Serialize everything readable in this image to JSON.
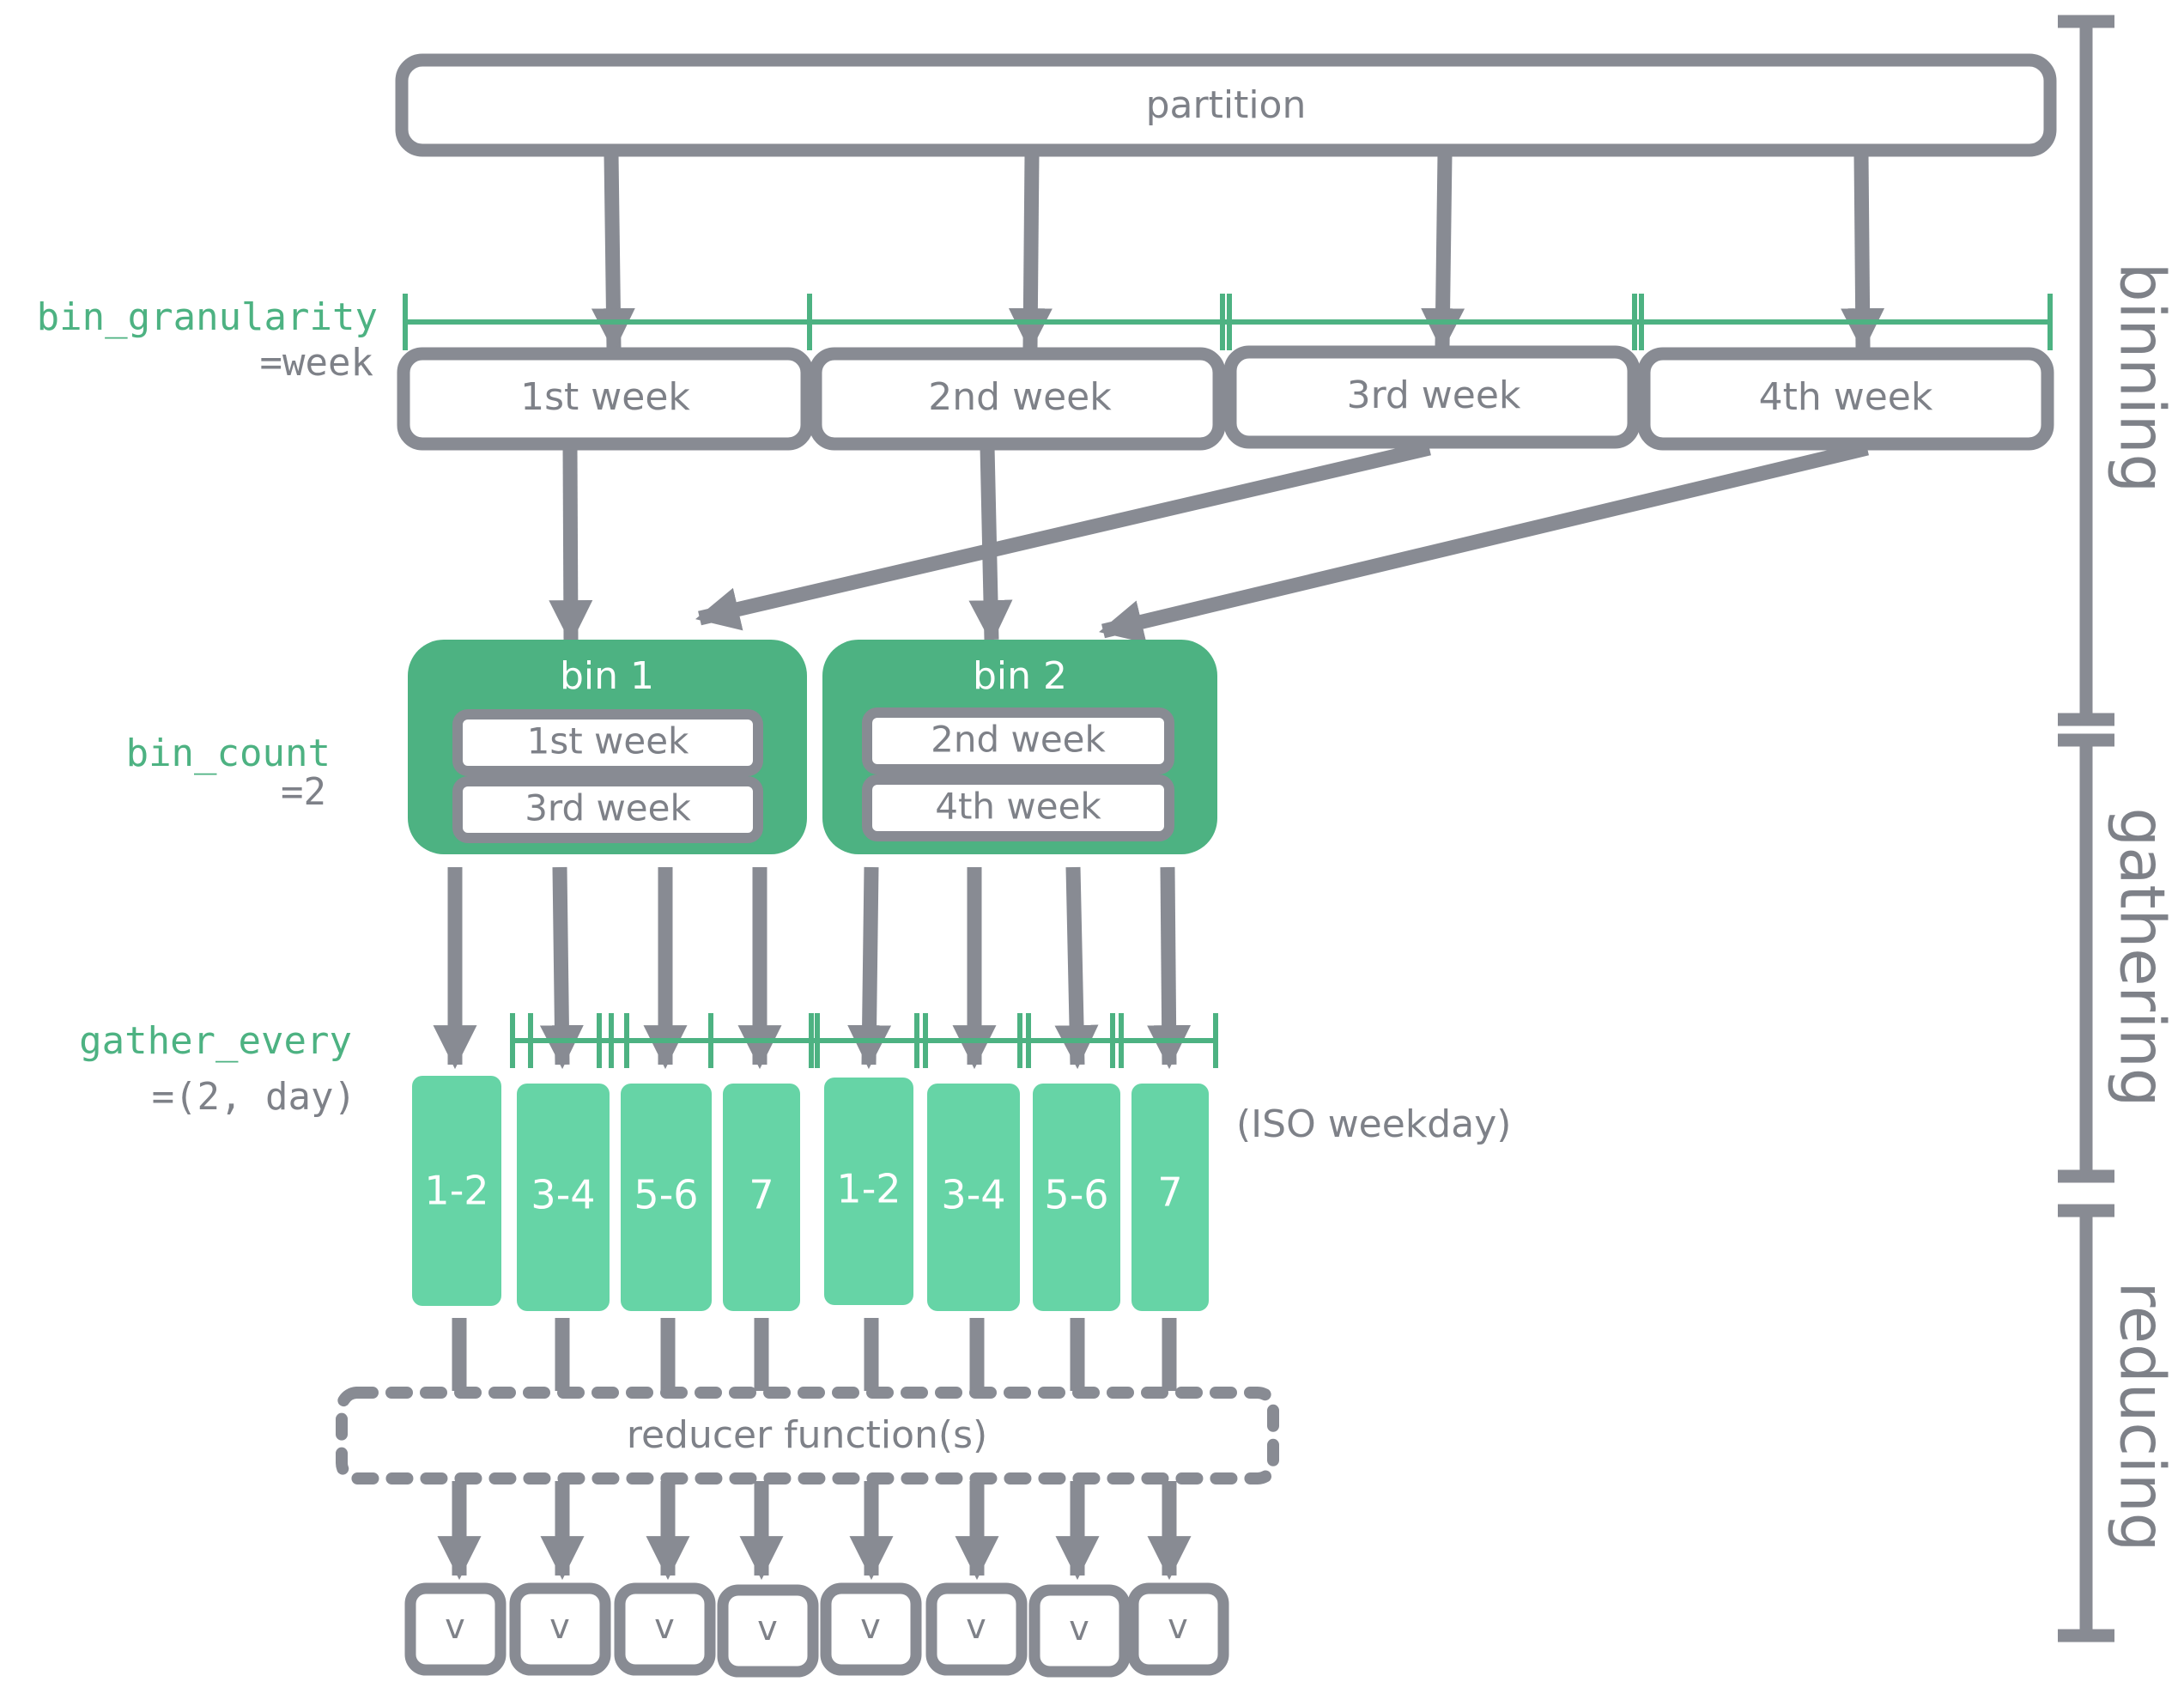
{
  "colors": {
    "gray": "#888b93",
    "gray_text": "#7e8188",
    "green_dark": "#4db282",
    "green_light": "#66d4a6",
    "white": "#ffffff"
  },
  "partition": {
    "label": "partition"
  },
  "params": {
    "bin_granularity": {
      "name": "bin_granularity",
      "value": "=week"
    },
    "bin_count": {
      "name": "bin_count",
      "value": "=2"
    },
    "gather_every": {
      "name": "gather_every",
      "value": "=(2, day)"
    }
  },
  "weeks": [
    "1st week",
    "2nd week",
    "3rd week",
    "4th week"
  ],
  "bins": [
    {
      "label": "bin 1",
      "weeks": [
        "1st week",
        "3rd week"
      ]
    },
    {
      "label": "bin 2",
      "weeks": [
        "2nd week",
        "4th week"
      ]
    }
  ],
  "gathers": [
    "1-2",
    "3-4",
    "5-6",
    "7",
    "1-2",
    "3-4",
    "5-6",
    "7"
  ],
  "iso_note": "(ISO weekday)",
  "reducer": {
    "label": "reducer function(s)"
  },
  "outputs": [
    "v",
    "v",
    "v",
    "v",
    "v",
    "v",
    "v",
    "v"
  ],
  "stages": [
    "binning",
    "gathering",
    "reducing"
  ]
}
